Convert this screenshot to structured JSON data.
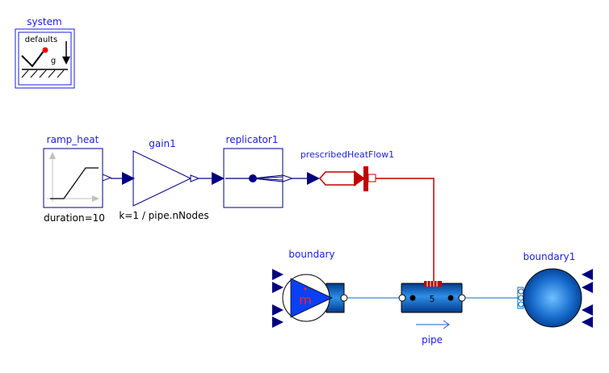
{
  "system": {
    "name": "system",
    "defaults_label": "defaults",
    "gravity_label": "g"
  },
  "ramp_heat": {
    "name": "ramp_heat",
    "param": "duration=10"
  },
  "gain1": {
    "name": "gain1",
    "param": "k=1 / pipe.nNodes"
  },
  "replicator1": {
    "name": "replicator1"
  },
  "prescribedHeatFlow1": {
    "name": "prescribedHeatFlow1"
  },
  "boundary": {
    "name": "boundary",
    "symbol": "m"
  },
  "pipe": {
    "name": "pipe",
    "nodes": "5"
  },
  "boundary1": {
    "name": "boundary1"
  },
  "colors": {
    "signal": "#00007f",
    "heat": "#bf0000",
    "fluid": "#0070c0",
    "label": "#1c1ce0"
  }
}
